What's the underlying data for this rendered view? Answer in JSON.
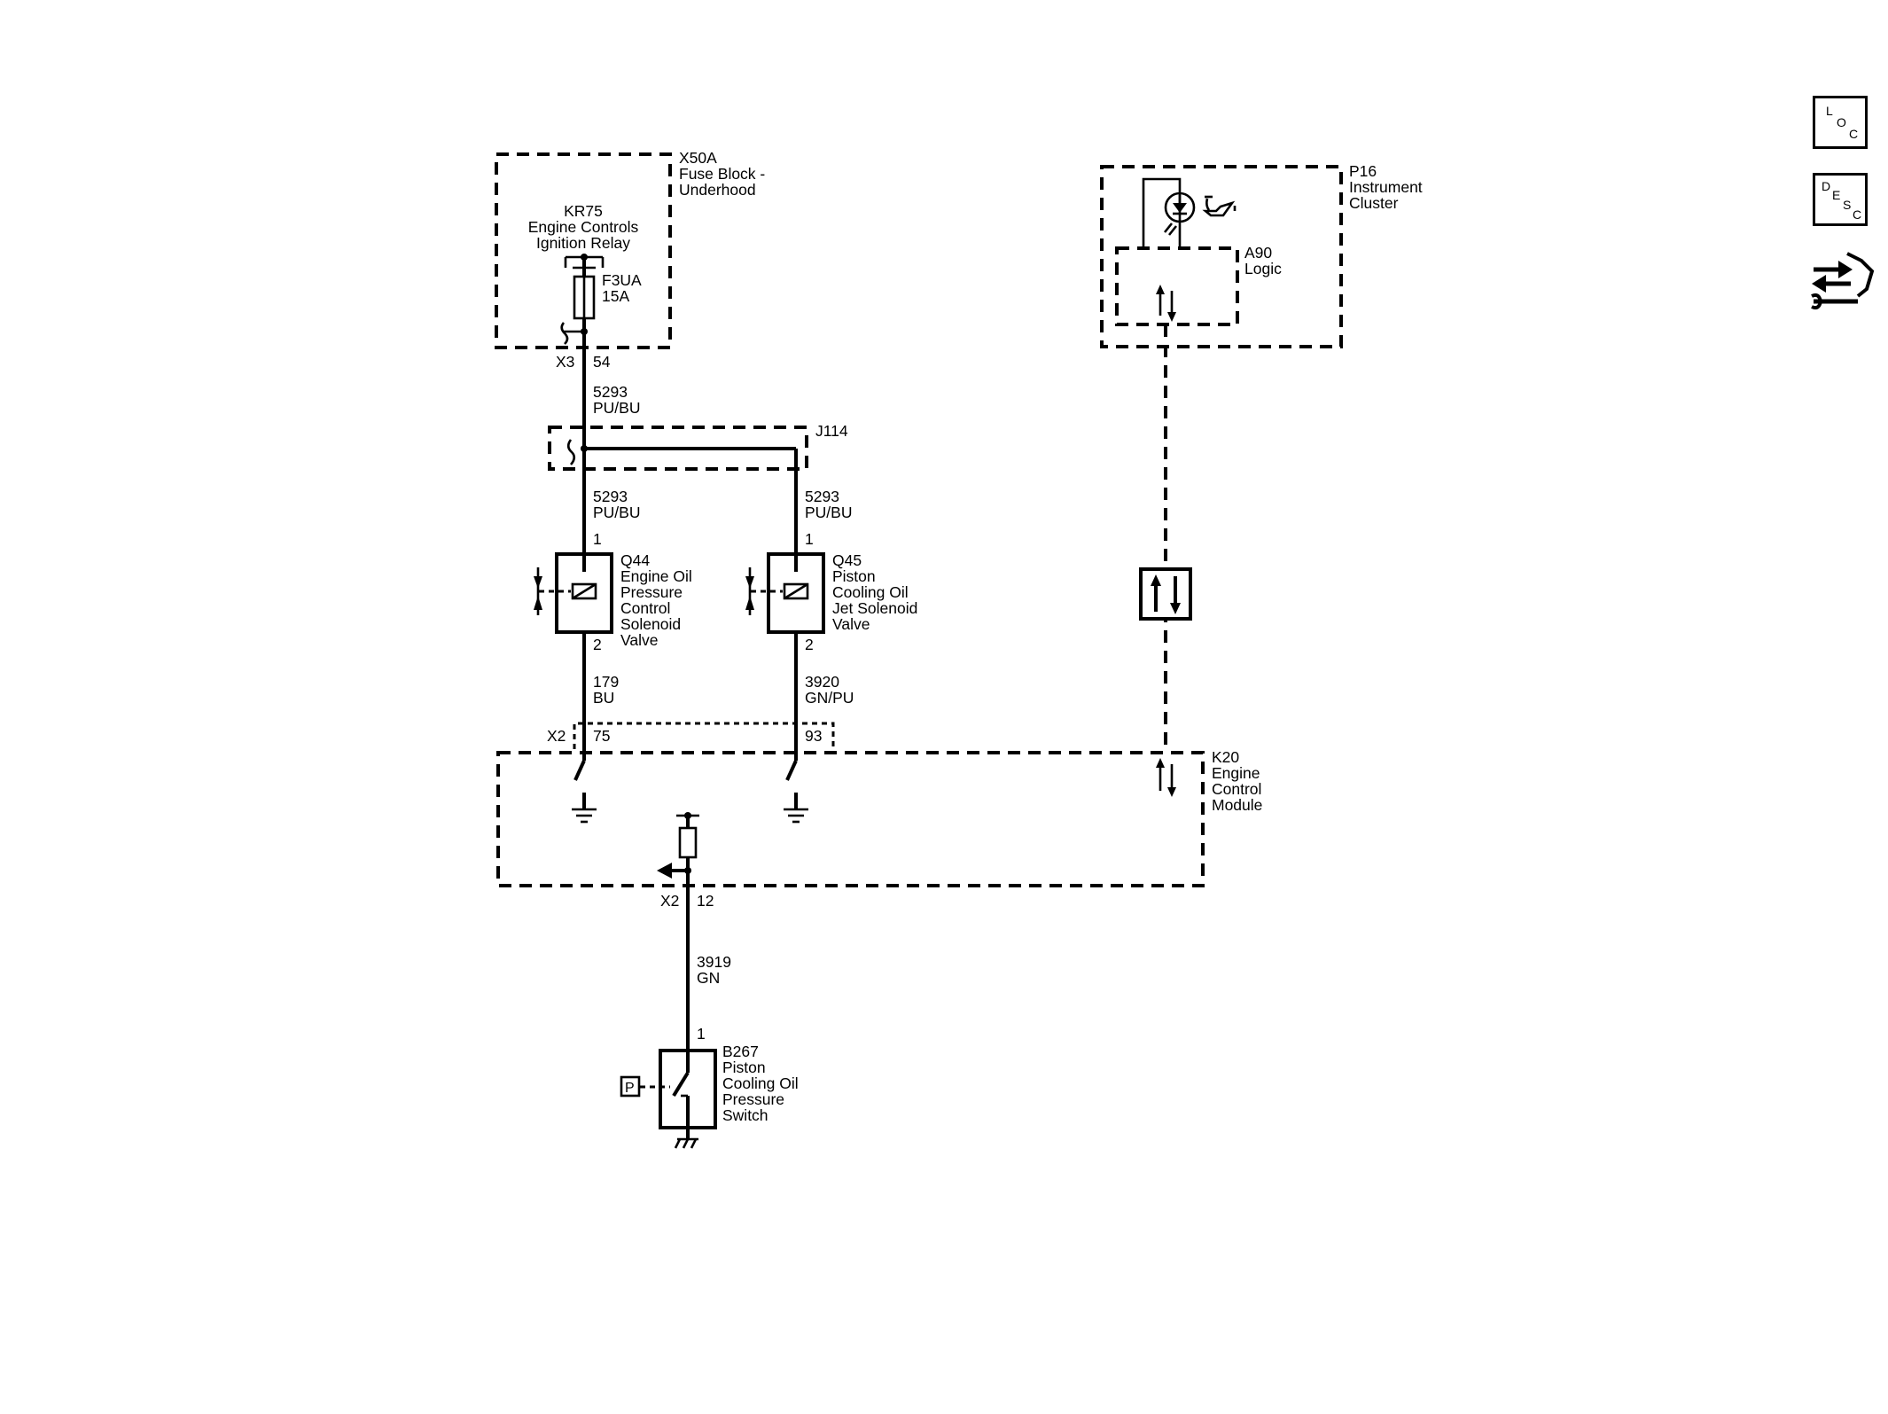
{
  "nav": {
    "loc_chars": [
      "L",
      "O",
      "C"
    ],
    "desc_chars": [
      "D",
      "E",
      "S",
      "C"
    ]
  },
  "x50a": {
    "id": "X50A",
    "name1": "Fuse Block -",
    "name2": "Underhood"
  },
  "kr75": {
    "id": "KR75",
    "name1": "Engine Controls",
    "name2": "Ignition Relay"
  },
  "f3ua": {
    "id": "F3UA",
    "rating": "15A"
  },
  "conn_x3": {
    "id": "X3",
    "pin": "54"
  },
  "wire_top": {
    "circuit": "5293",
    "color": "PU/BU"
  },
  "j114": {
    "id": "J114"
  },
  "wire_q44_in": {
    "circuit": "5293",
    "color": "PU/BU"
  },
  "wire_q45_in": {
    "circuit": "5293",
    "color": "PU/BU"
  },
  "q44": {
    "id": "Q44",
    "pin_in": "1",
    "pin_out": "2",
    "lines": [
      "Engine Oil",
      "Pressure",
      "Control",
      "Solenoid",
      "Valve"
    ]
  },
  "q45": {
    "id": "Q45",
    "pin_in": "1",
    "pin_out": "2",
    "lines": [
      "Piston",
      "Cooling Oil",
      "Jet Solenoid",
      "Valve"
    ]
  },
  "wire_179": {
    "circuit": "179",
    "color": "BU"
  },
  "wire_3920": {
    "circuit": "3920",
    "color": "GN/PU"
  },
  "conn_x2_top": {
    "id": "X2",
    "pin_a": "75",
    "pin_b": "93"
  },
  "k20": {
    "id": "K20",
    "lines": [
      "Engine",
      "Control",
      "Module"
    ]
  },
  "conn_x2_bottom": {
    "id": "X2",
    "pin": "12"
  },
  "wire_3919": {
    "circuit": "3919",
    "color": "GN"
  },
  "b267": {
    "id": "B267",
    "pin": "1",
    "sensor_letter": "P",
    "lines": [
      "Piston",
      "Cooling Oil",
      "Pressure",
      "Switch"
    ]
  },
  "p16": {
    "id": "P16",
    "name1": "Instrument",
    "name2": "Cluster"
  },
  "a90": {
    "id": "A90",
    "name": "Logic"
  }
}
